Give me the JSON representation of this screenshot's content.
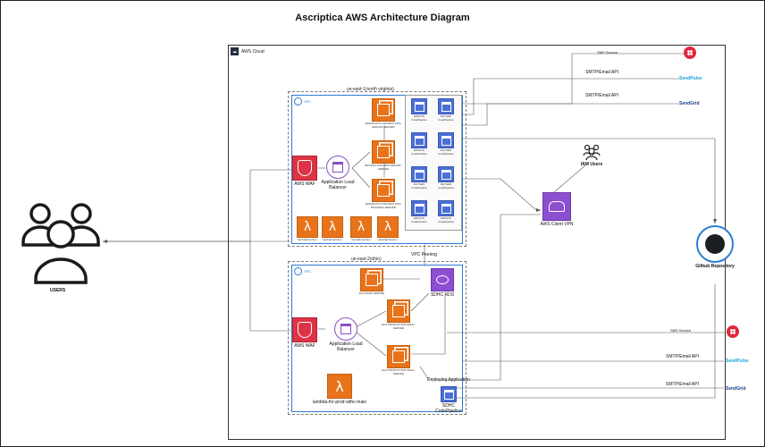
{
  "title": "Ascriptica AWS Architecture Diagram",
  "cloud_label": "AWS Cloud",
  "regions": {
    "virginia": "us-east-1(north virginia)",
    "ohio": "us-east-2(ohio)"
  },
  "vpc_label": "VPC",
  "users_label": "USERS",
  "top": {
    "waf": "AWS WAF",
    "alb": "Application Load Balancer",
    "ec2": [
      "ERIGON-PCF PRODUCTION-ERIGON-SERVER",
      "PRODUCTION-PDF-REPORT-SERVER",
      "ERIGON-PCF PRODUCTION-BACKEND-SERVER"
    ],
    "lambdas": [
      "lambda-function",
      "lambda-function",
      "lambda-function",
      "lambda-function"
    ],
    "codepipelines": [
      "ERIGON CodePipeline",
      "RAYGEN CodePipeline",
      "ERIGON CodePipeline",
      "RAYGEN CodePipeline",
      "RAYGEN CodePipeline",
      "RAYGEN CodePipeline",
      "ERIGON CodePipeline",
      "ERIGON CodePipeline"
    ]
  },
  "peering": "VPC Peering",
  "bottom": {
    "waf": "AWS WAF",
    "alb": "Application Load Balancer",
    "ec2_top": "EC2-SDHC-SERVER",
    "ec2_mid": "EC2 PRODUCTION-SDHC-SERVER",
    "ec2_low": "EC2 PRODUCTION-SDHC-SERVER",
    "rds": "SDHC RDS",
    "lambda": "lambda-for-prod-sdhc-main",
    "deploy": "Deploying Application",
    "codepipeline": "SDHC CodePipeline"
  },
  "vpn": "AWS Client VPN",
  "iam": "IAM Users",
  "github": "Github Repository",
  "sms": "SMS Service",
  "smtp": "SMTP/Email API",
  "sendpulse": "SendPulse",
  "sendgrid": "SendGrid",
  "colors": {
    "ec2": "#e8731a",
    "waf": "#dd3344",
    "purple": "#8c4fd0",
    "blue": "#2d7bd6"
  }
}
